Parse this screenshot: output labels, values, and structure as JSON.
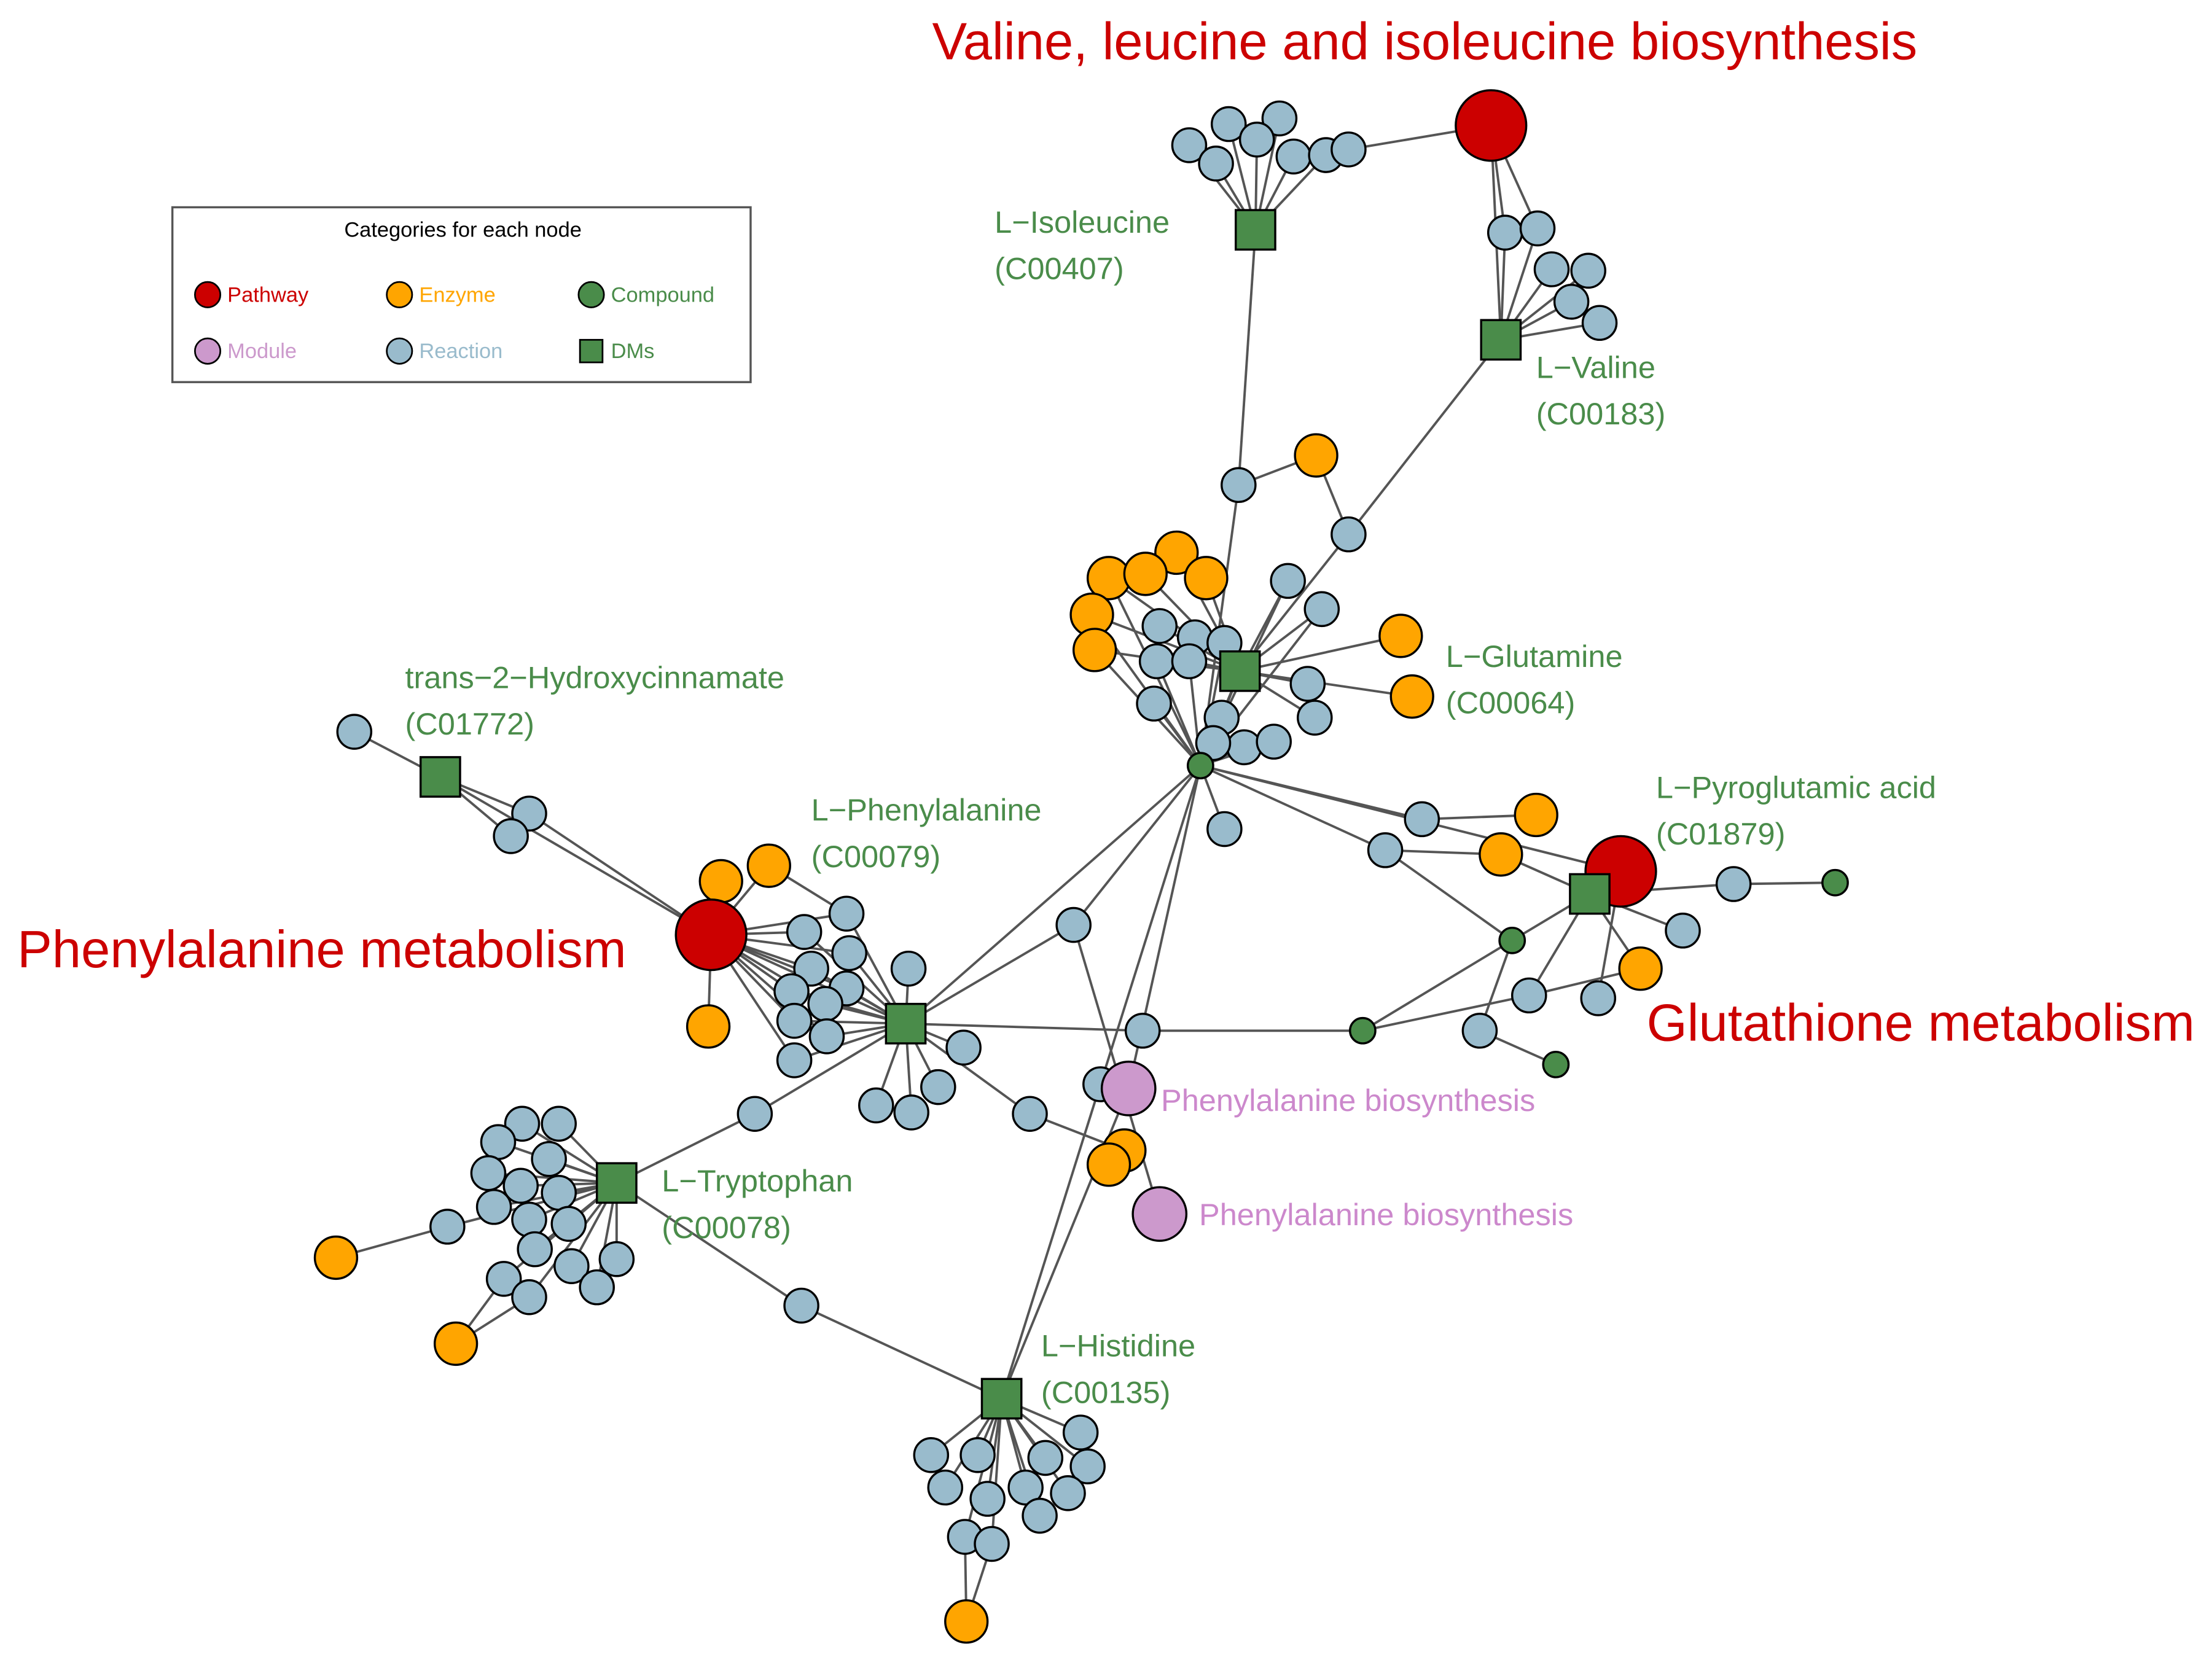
{
  "legend": {
    "title": "Categories for each node",
    "items": [
      {
        "label": "Pathway",
        "shape": "circle",
        "color": "#cc0000"
      },
      {
        "label": "Enzyme",
        "shape": "circle",
        "color": "#ffa500"
      },
      {
        "label": "Compound",
        "shape": "circle",
        "color": "#4a8c4a"
      },
      {
        "label": "Module",
        "shape": "circle",
        "color": "#cc99cc"
      },
      {
        "label": "Reaction",
        "shape": "circle",
        "color": "#99bbcc"
      },
      {
        "label": "DMs",
        "shape": "square",
        "color": "#4a8c4a"
      }
    ]
  },
  "colors": {
    "pathway": "#cc0000",
    "enzyme": "#ffa500",
    "compound": "#4a8c4a",
    "module": "#cc99cc",
    "reaction": "#99bbcc",
    "edge": "#555555"
  },
  "pathway_labels": [
    "Valine, leucine and isoleucine biosynthesis",
    "Phenylalanine metabolism",
    "Glutathione metabolism"
  ],
  "module_labels": [
    "Phenylalanine biosynthesis",
    "Phenylalanine biosynthesis"
  ],
  "dm_labels": [
    {
      "name": "L−Isoleucine",
      "id": "(C00407)"
    },
    {
      "name": "L−Valine",
      "id": "(C00183)"
    },
    {
      "name": "L−Glutamine",
      "id": "(C00064)"
    },
    {
      "name": "trans−2−Hydroxycinnamate",
      "id": "(C01772)"
    },
    {
      "name": "L−Phenylalanine",
      "id": "(C00079)"
    },
    {
      "name": "L−Pyroglutamic acid",
      "id": "(C01879)"
    },
    {
      "name": "L−Tryptophan",
      "id": "(C00078)"
    },
    {
      "name": "L−Histidine",
      "id": "(C00135)"
    }
  ]
}
